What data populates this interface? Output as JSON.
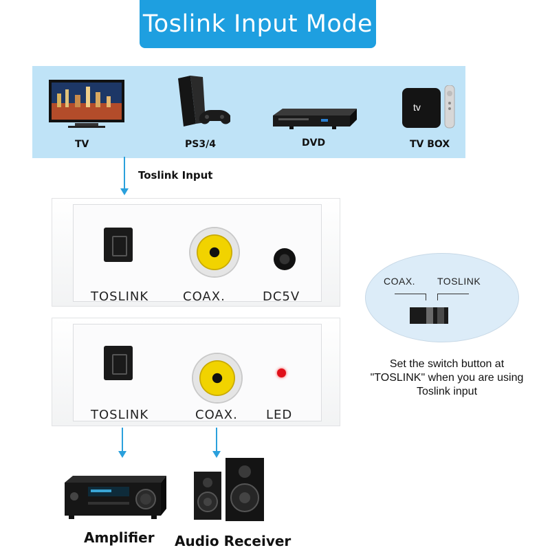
{
  "title": "Toslink Input Mode",
  "sources": [
    {
      "label": "TV",
      "icon": "tv-icon"
    },
    {
      "label": "PS3/4",
      "icon": "game-console-icon"
    },
    {
      "label": "DVD",
      "icon": "dvd-player-icon"
    },
    {
      "label": "TV BOX",
      "icon": "tv-box-icon",
      "badge": "tv"
    }
  ],
  "input_label": "Toslink Input",
  "panel_top": {
    "labels": [
      "TOSLINK",
      "COAX.",
      "DC5V"
    ]
  },
  "panel_bottom": {
    "labels": [
      "TOSLINK",
      "COAX.",
      "LED"
    ]
  },
  "switch": {
    "left_label": "COAX.",
    "right_label": "TOSLINK"
  },
  "note": {
    "line1": "Set the switch button at",
    "line2": "\"TOSLINK\" when you are using",
    "line3": "Toslink input"
  },
  "outputs": [
    {
      "label": "Amplifier",
      "icon": "amplifier-icon"
    },
    {
      "label": "Audio Receiver",
      "icon": "speakers-icon"
    }
  ],
  "colors": {
    "accent": "#1e9fe0",
    "strip": "#bfe3f7",
    "rca": "#f1d300",
    "led": "#e0101a"
  }
}
